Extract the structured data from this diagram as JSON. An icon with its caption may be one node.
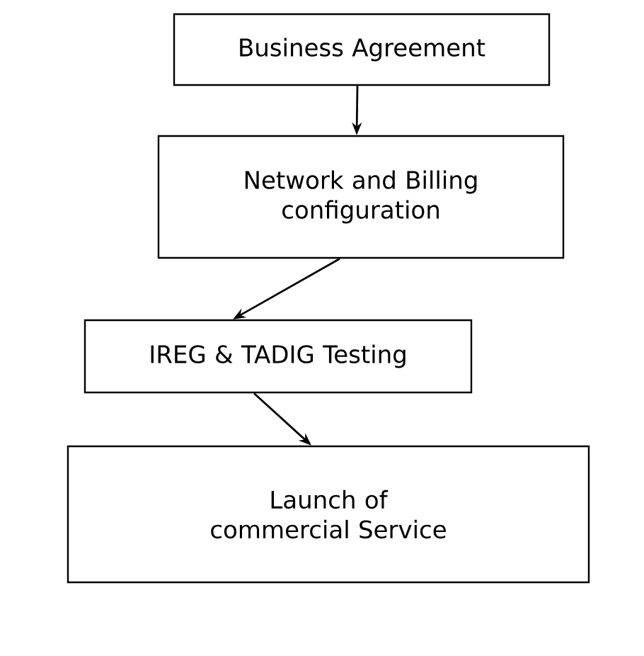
{
  "diagram": {
    "nodes": [
      {
        "text": [
          "Business Agreement"
        ]
      },
      {
        "text": [
          "Network and Billing configuration"
        ]
      },
      {
        "text": [
          "IREG & TADIG Testing"
        ]
      },
      {
        "text": [
          "Launch of commercial Service"
        ]
      }
    ],
    "edges": [
      {
        "from": 0,
        "to": 1,
        "arrow": "to"
      },
      {
        "from": 1,
        "to": 2,
        "arrow": "to"
      },
      {
        "from": 2,
        "to": 3,
        "arrow": "to"
      }
    ]
  }
}
